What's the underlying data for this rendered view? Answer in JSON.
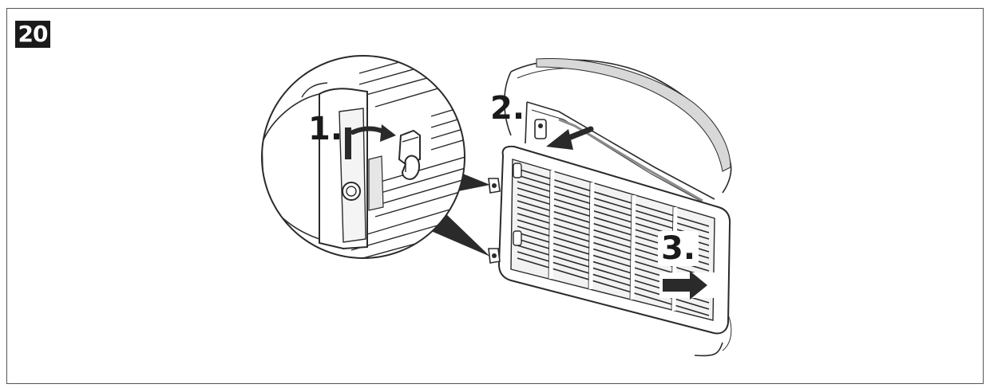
{
  "figure": {
    "number": "20"
  },
  "steps": [
    {
      "label": "1."
    },
    {
      "label": "2."
    },
    {
      "label": "3."
    }
  ],
  "colors": {
    "line": "#2a2a2a",
    "shade": "#8a8a8a",
    "light": "#d8d8d8",
    "badge_bg": "#1a1a1a"
  }
}
